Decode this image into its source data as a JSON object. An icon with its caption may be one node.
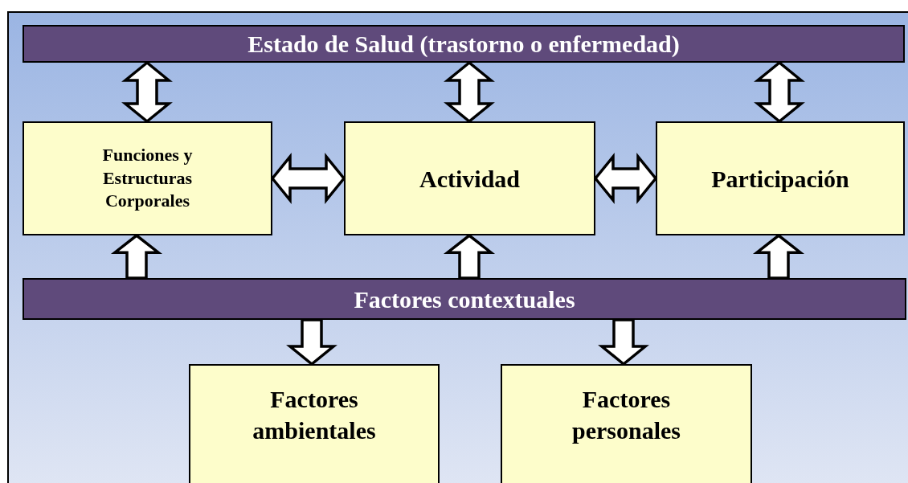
{
  "diagram": {
    "nodes": [
      {
        "text": [
          "Estado de Salud (trastorno o enfermedad)"
        ]
      },
      {
        "text": [
          "Funciones y Estructuras Corporales"
        ]
      },
      {
        "text": [
          "Actividad"
        ]
      },
      {
        "text": [
          "Participación"
        ]
      },
      {
        "text": [
          "Factores contextuales"
        ]
      },
      {
        "text": [
          "Factores ambientales"
        ]
      },
      {
        "text": [
          "Factores personales"
        ]
      }
    ],
    "edges": [
      {
        "from": 0,
        "to": 1,
        "arrow": "both"
      },
      {
        "from": 0,
        "to": 2,
        "arrow": "both"
      },
      {
        "from": 0,
        "to": 3,
        "arrow": "both"
      },
      {
        "from": 1,
        "to": 2,
        "arrow": "both"
      },
      {
        "from": 2,
        "to": 3,
        "arrow": "both"
      },
      {
        "from": 4,
        "to": 1,
        "arrow": "to"
      },
      {
        "from": 4,
        "to": 2,
        "arrow": "to"
      },
      {
        "from": 4,
        "to": 3,
        "arrow": "to"
      },
      {
        "from": 4,
        "to": 5,
        "arrow": "to"
      },
      {
        "from": 4,
        "to": 6,
        "arrow": "to"
      }
    ]
  }
}
